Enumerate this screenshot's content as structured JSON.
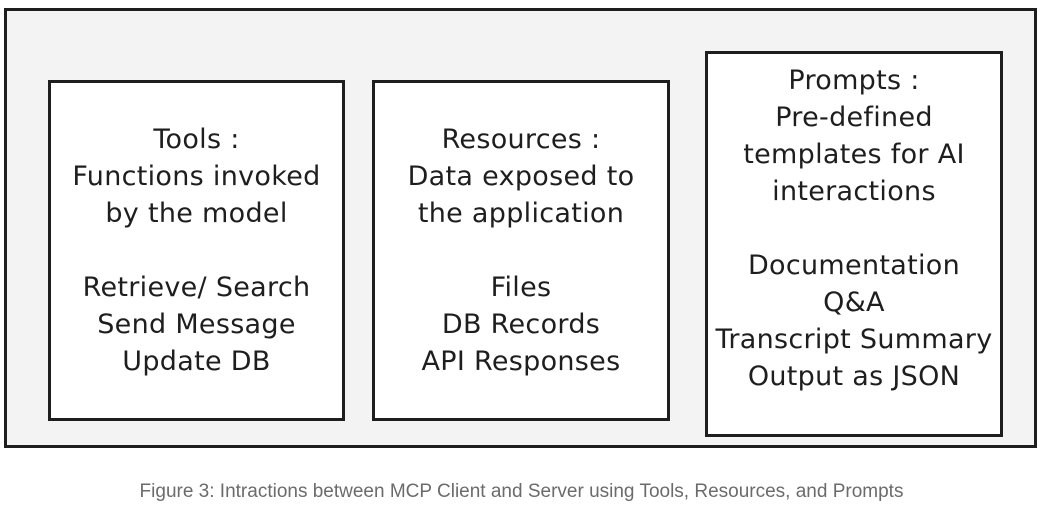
{
  "cards": [
    {
      "title": [
        "Tools :",
        "Functions invoked",
        "by the model"
      ],
      "items": [
        "Retrieve/ Search",
        "Send Message",
        "Update DB"
      ]
    },
    {
      "title": [
        "Resources :",
        "Data exposed to",
        "the application"
      ],
      "items": [
        "Files",
        "DB Records",
        "API Responses"
      ]
    },
    {
      "title": [
        "Prompts :",
        "Pre-defined",
        "templates for AI",
        "interactions"
      ],
      "items": [
        "Documentation",
        "Q&A",
        "Transcript Summary",
        "Output as JSON"
      ]
    }
  ],
  "caption": "Figure 3: Intractions between MCP Client and Server using Tools, Resources, and Prompts"
}
